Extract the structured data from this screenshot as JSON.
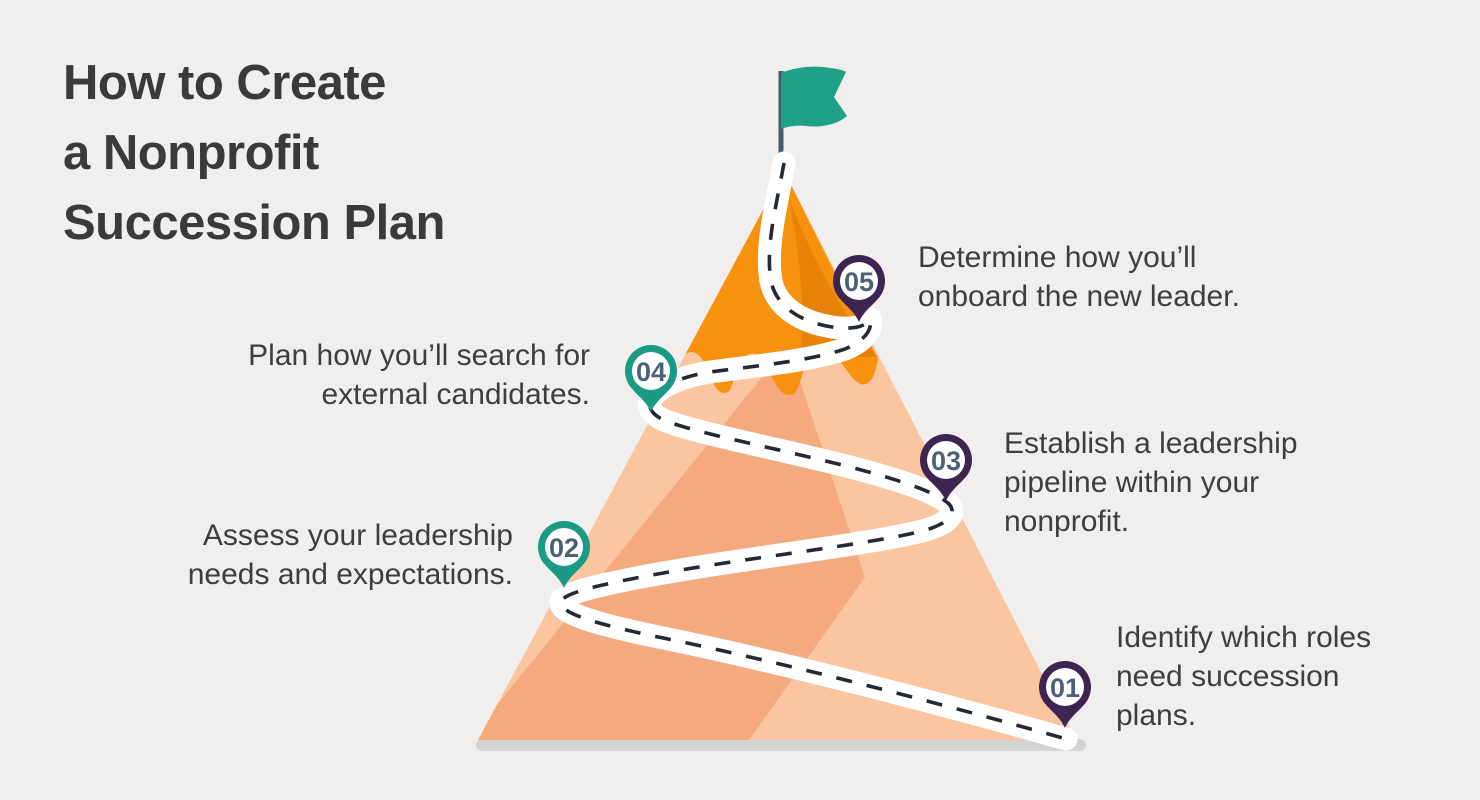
{
  "title": {
    "lines": [
      "How to Create",
      "a Nonprofit",
      "Succession Plan"
    ]
  },
  "steps": [
    {
      "number": "01",
      "label": "Identify which roles need succession plans.",
      "lines": [
        "Identify which roles",
        "need succession",
        "plans."
      ],
      "pin_color": "#3E2450",
      "pin_icon": "map-pin-icon",
      "side": "right"
    },
    {
      "number": "02",
      "label": "Assess your leadership needs and expectations.",
      "lines": [
        "Assess your leadership",
        "needs and expectations."
      ],
      "pin_color": "#1B9B84",
      "pin_icon": "map-pin-icon",
      "side": "left"
    },
    {
      "number": "03",
      "label": "Establish a leadership pipeline within your nonprofit.",
      "lines": [
        "Establish a leadership",
        "pipeline within your",
        "nonprofit."
      ],
      "pin_color": "#3E2450",
      "pin_icon": "map-pin-icon",
      "side": "right"
    },
    {
      "number": "04",
      "label": "Plan how you’ll search for external candidates.",
      "lines": [
        "Plan how you’ll search for",
        "external candidates."
      ],
      "pin_color": "#1B9B84",
      "pin_icon": "map-pin-icon",
      "side": "left"
    },
    {
      "number": "05",
      "label": "Determine how you’ll onboard the new leader.",
      "lines": [
        "Determine how you’ll",
        "onboard the new leader."
      ],
      "pin_color": "#3E2450",
      "pin_icon": "map-pin-icon",
      "side": "right"
    }
  ],
  "flag": {
    "icon": "flag-icon",
    "color": "#1FA189"
  },
  "colors": {
    "background": "#F0EFEE",
    "title_text": "#3A3A3A",
    "body_text": "#3E3E3E",
    "mountain_light": "#FBC5A0",
    "mountain_shadow": "#F4AA7E",
    "peak_orange": "#F6920D",
    "peak_orange_dark": "#E8830A",
    "flag_teal": "#1FA189",
    "flag_pole": "#4A5A6C",
    "road_white": "#FFFFFF",
    "road_dash": "#222A35",
    "pin_purple": "#3E2450",
    "pin_teal": "#1B9B84",
    "pin_number_text": "#4A6178",
    "ground_bar": "#D4D4D3"
  }
}
